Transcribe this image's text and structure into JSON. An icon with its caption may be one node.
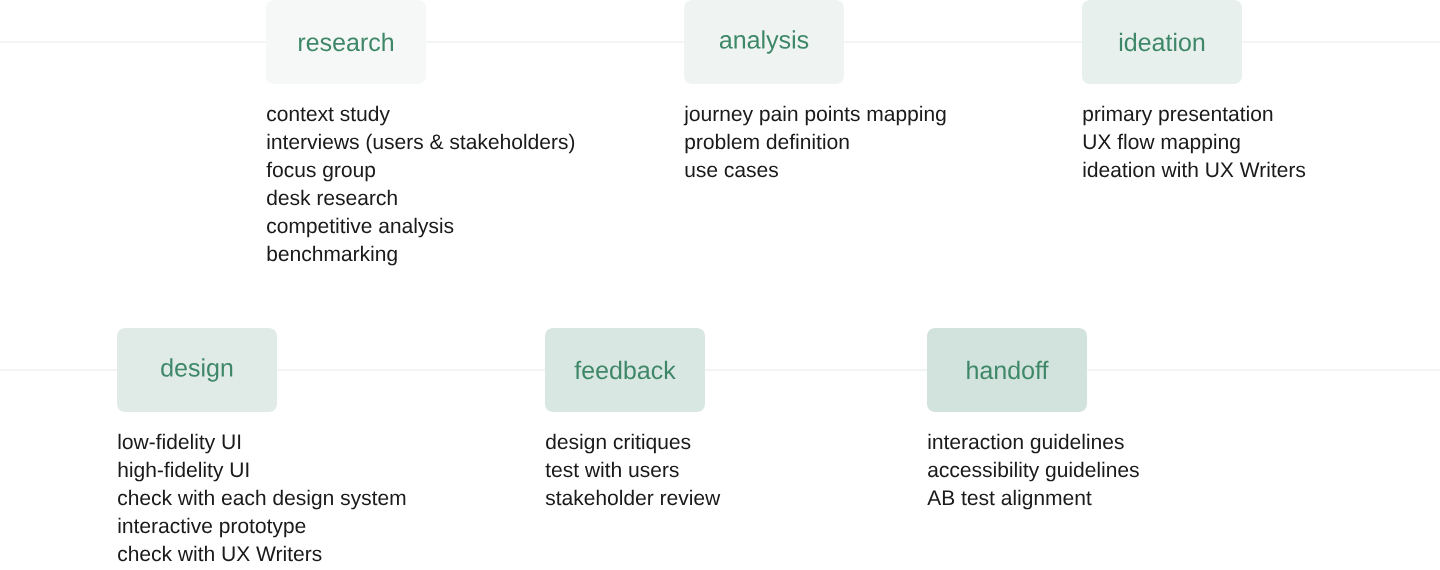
{
  "diagram": {
    "nodes": [
      {
        "text": [
          "research"
        ],
        "beside": [
          "context study",
          "interviews (users & stakeholders)",
          "focus group",
          "desk research",
          "competitive analysis",
          "benchmarking"
        ]
      },
      {
        "text": [
          "analysis"
        ],
        "beside": [
          "journey pain points mapping",
          "problem definition",
          "use cases"
        ]
      },
      {
        "text": [
          "ideation"
        ],
        "beside": [
          "primary presentation",
          "UX flow mapping",
          "ideation with UX Writers"
        ]
      },
      {
        "text": [
          "design"
        ],
        "beside": [
          "low-fidelity UI",
          "high-fidelity UI",
          "check with each design system",
          "interactive prototype",
          "check with UX Writers"
        ]
      },
      {
        "text": [
          "feedback"
        ],
        "beside": [
          "design critiques",
          "test with users",
          "stakeholder review"
        ]
      },
      {
        "text": [
          "handoff"
        ],
        "beside": [
          "interaction guidelines",
          "accessibility guidelines",
          "AB test alignment"
        ]
      }
    ],
    "edges": [
      {
        "from": null,
        "to": 0,
        "arrow": "none"
      },
      {
        "from": 0,
        "to": 1,
        "arrow": "none"
      },
      {
        "from": 1,
        "to": 2,
        "arrow": "none"
      },
      {
        "from": 2,
        "to": null,
        "arrow": "none"
      },
      {
        "from": null,
        "to": 3,
        "arrow": "none"
      },
      {
        "from": 3,
        "to": 4,
        "arrow": "none"
      },
      {
        "from": 4,
        "to": 5,
        "arrow": "none"
      },
      {
        "from": 5,
        "to": null,
        "arrow": "none"
      }
    ]
  }
}
